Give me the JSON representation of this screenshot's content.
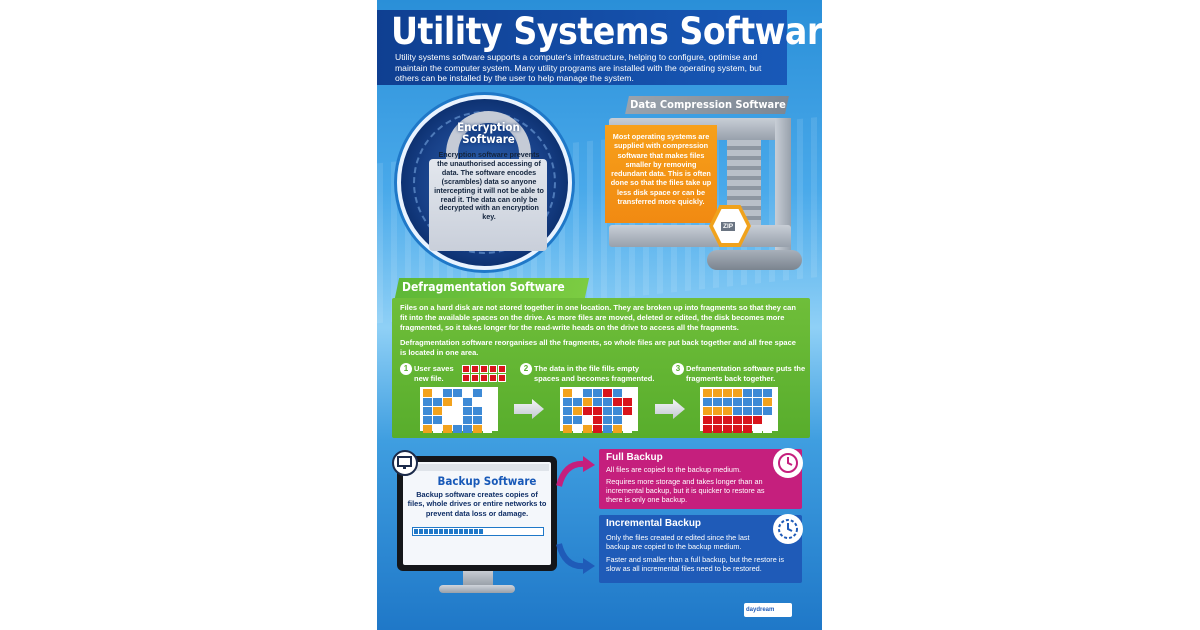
{
  "poster": {
    "title": "Utility Systems Software",
    "intro": "Utility systems software supports a computer's infrastructure, helping to configure, optimise and maintain the computer system. Many utility programs are installed with the operating system, but others can be installed by the user to help manage the system."
  },
  "encryption": {
    "title_line1": "Encryption",
    "title_line2": "Software",
    "text": "Encryption software prevents the unauthorised accessing of data. The software encodes (scrambles) data so anyone intercepting it will not be able to read it. The data can only be decrypted with an encryption key."
  },
  "compression": {
    "title": "Data Compression Software",
    "text": "Most operating systems are supplied with compression software that makes files smaller by removing redundant data. This is often done so that the files take up less disk space or can be transferred more quickly.",
    "zip_label": "ZIP"
  },
  "defrag": {
    "title": "Defragmentation Software",
    "p1": "Files on a hard disk are not stored together in one location. They are broken up into fragments so that they can fit into the available spaces on the drive. As more files are moved, deleted or edited, the disk becomes more fragmented, so it takes longer for the read-write heads on the drive to access all the fragments.",
    "p2": "Defragmentation software reorganises all the fragments, so whole files are put back together and all free space is located in one area.",
    "steps": [
      {
        "num": "1",
        "text": "User saves new file."
      },
      {
        "num": "2",
        "text": "The data in the file fills empty spaces and becomes fragmented."
      },
      {
        "num": "3",
        "text": "Deframentation software puts the fragments back together."
      }
    ]
  },
  "backup": {
    "title": "Backup Software",
    "text": "Backup software creates copies of files, whole drives or entire networks to prevent data loss or damage.",
    "progress": 0.55,
    "full": {
      "title": "Full Backup",
      "text1": "All files are copied to the backup medium.",
      "text2": "Requires more storage and takes longer than an incremental backup, but it is quicker to restore as there is only one backup."
    },
    "incremental": {
      "title": "Incremental Backup",
      "text1": "Only the files created or edited since the last backup are copied to the backup medium.",
      "text2": "Faster and smaller than a full backup, but the restore is slow as all incremental files need to be restored."
    }
  },
  "logo": {
    "text": "daydream"
  },
  "colors": {
    "blue_cell": "#3d8ad6",
    "orange_cell": "#f2a21d",
    "red_cell": "#d8141c",
    "white_cell": "#ffffff"
  }
}
